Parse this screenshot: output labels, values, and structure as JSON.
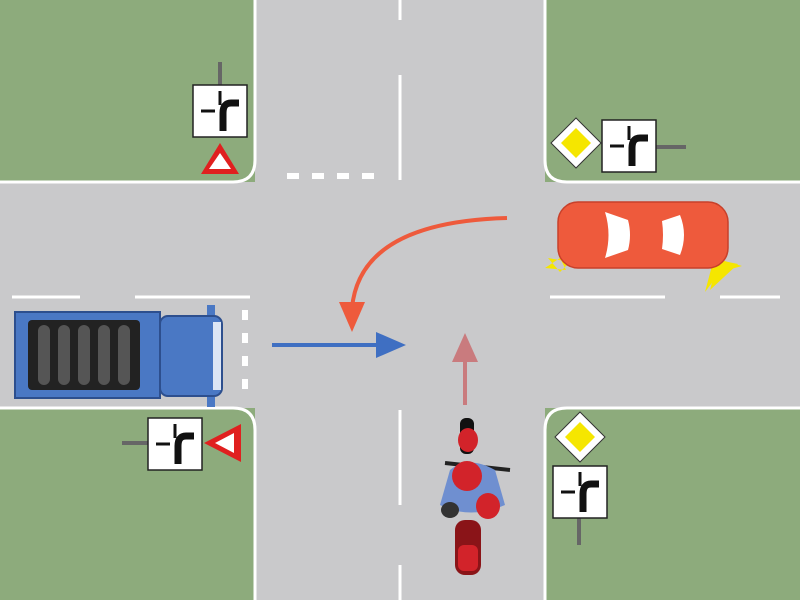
{
  "colors": {
    "grass": "#8dab7c",
    "road": "#c9c9cb",
    "marking": "#ffffff",
    "truck": "#4a78c4",
    "car": "#ee5a3c",
    "motorcycle_rider": "#6f8fd0",
    "motorcycle_body": "#d2232a",
    "arrow_blue": "#3f6fc2",
    "arrow_red": "#ee5a3c",
    "arrow_pink": "#c97b7e",
    "yield_red": "#e0201f",
    "priority_yellow": "#f5e600"
  },
  "icons": {
    "sign_direction": "priority-road-direction-sign",
    "sign_yield": "yield-sign",
    "sign_priority": "priority-road-sign"
  },
  "vehicles": [
    {
      "type": "truck",
      "movement": "straight"
    },
    {
      "type": "car",
      "movement": "left-turn"
    },
    {
      "type": "motorcycle",
      "movement": "straight"
    }
  ]
}
